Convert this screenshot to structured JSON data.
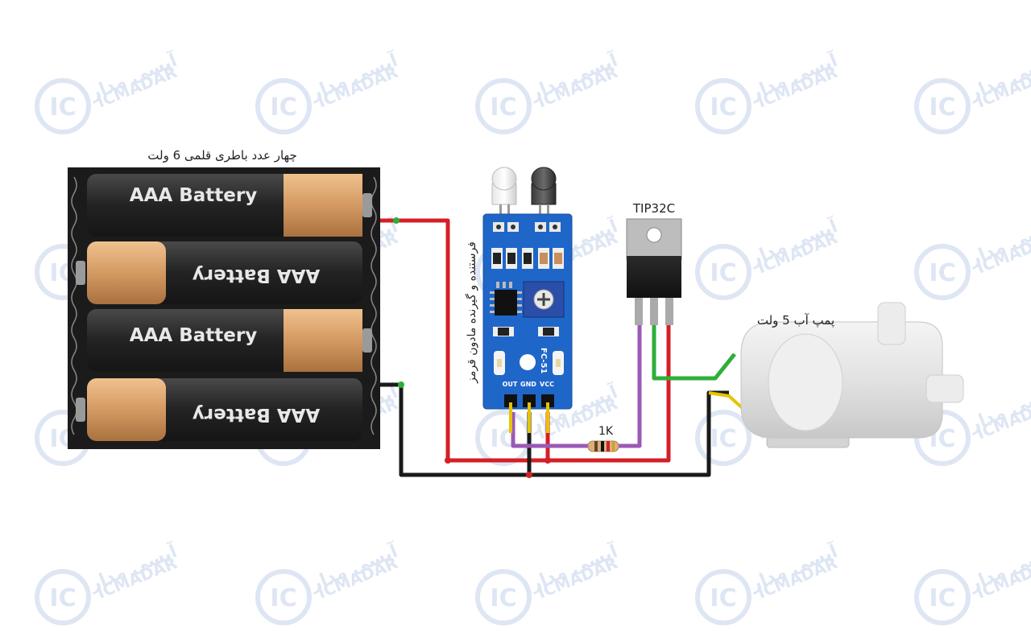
{
  "watermark": {
    "logo_text": "IC",
    "brand_latin": "ICMADAR",
    "brand_persian": "آیسی مدار",
    "color": "#c9d6ee"
  },
  "battery_pack": {
    "caption": "چهار عدد باطری قلمی 6 ولت",
    "cell_label": "AAA Battery",
    "cell_count": 4
  },
  "sensor": {
    "caption": "فرستنده و گیرنده مادون قرمز",
    "model": "FC-51",
    "pins": [
      "OUT",
      "GND",
      "VCC"
    ]
  },
  "transistor": {
    "caption": "TIP32C"
  },
  "resistor": {
    "caption": "1K"
  },
  "pump": {
    "caption": "پمپ آب 5 ولت"
  },
  "colors": {
    "wire_red": "#d41f26",
    "wire_black": "#1a1a1a",
    "wire_green": "#2fae3a",
    "wire_purple": "#9b59b6",
    "wire_yellow": "#e8c300",
    "pcb_blue": "#1f66c9",
    "battery_copper": "#d39a62",
    "battery_black": "#2a2a2a"
  }
}
